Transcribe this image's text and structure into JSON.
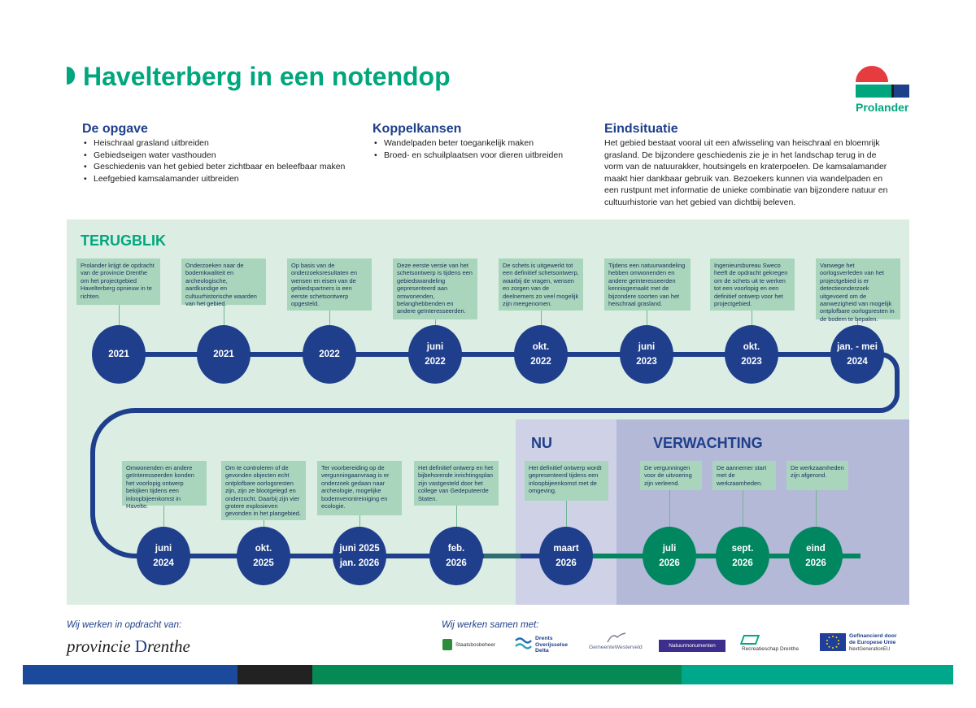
{
  "title": "Havelterberg in een notendop",
  "logo": {
    "name": "Prolander",
    "colors": [
      "#e63b3f",
      "#00a77e",
      "#1d1d1b",
      "#1e3f8a"
    ]
  },
  "opgave": {
    "heading": "De opgave",
    "items": [
      "Heischraal grasland uitbreiden",
      "Gebiedseigen water vasthouden",
      "Geschiedenis van het gebied beter zichtbaar en beleefbaar maken",
      "Leefgebied kamsalamander uitbreiden"
    ]
  },
  "koppelkansen": {
    "heading": "Koppelkansen",
    "items": [
      "Wandelpaden beter toegankelijk maken",
      "Broed- en schuilplaatsen voor dieren uitbreiden"
    ]
  },
  "eindsituatie": {
    "heading": "Eindsituatie",
    "text": "Het gebied bestaat vooral uit een afwisseling van heischraal en bloemrijk grasland. De bijzondere geschiedenis zie je in het landschap terug in de vorm van de natuurakker, houtsingels en kraterpoelen. De kamsalamander maakt hier dankbaar gebruik van. Bezoekers kunnen via wandelpaden en een rustpunt met informatie de unieke combinatie van bijzondere natuur en cultuurhistorie van het gebied van dichtbij beleven."
  },
  "sections": {
    "terugblik": "TERUGBLIK",
    "nu": "NU",
    "verwachting": "VERWACHTING"
  },
  "timeline": {
    "row1": [
      {
        "top": "",
        "bottom": "2021",
        "text": "Prolander krijgt de opdracht van de provincie Drenthe om het projectgebied Havelterberg opnieuw in te richten."
      },
      {
        "top": "",
        "bottom": "2021",
        "text": "Onderzoeken naar de bodemkwaliteit en archeologische, aardkundige en cultuurhistorische waarden van het gebied."
      },
      {
        "top": "",
        "bottom": "2022",
        "text": "Op basis van de onderzoeksresultaten en wensen en eisen van de gebiedspartners is een eerste schetsontwerp opgesteld."
      },
      {
        "top": "juni",
        "bottom": "2022",
        "text": "Deze eerste versie van het schetsontwerp is tijdens een gebiedswandeling gepresenteerd aan omwonenden, belanghebbenden en andere geïnteresseerden."
      },
      {
        "top": "okt.",
        "bottom": "2022",
        "text": "De schets is uitgewerkt tot een definitief schetsontwerp, waarbij de vragen, wensen en zorgen van de deelnemers zo veel mogelijk zijn meegenomen."
      },
      {
        "top": "juni",
        "bottom": "2023",
        "text": "Tijdens een natuurwandeling hebben omwonenden en andere geïnteresseerden kennisgemaakt met de bijzondere soorten van het heischraal grasland."
      },
      {
        "top": "okt.",
        "bottom": "2023",
        "text": "Ingenieursbureau Sweco heeft de opdracht gekregen om de schets uit te werken tot een voorlopig en een definitief ontwerp voor het projectgebied."
      },
      {
        "top": "jan. - mei",
        "bottom": "2024",
        "text": "Vanwege het oorlogsverleden van het projectgebied is er detectieonderzoek uitgevoerd om de aanwezigheid van mogelijk ontplofbare oorlogsresten in de bodem te bepalen."
      }
    ],
    "row2": [
      {
        "top": "juni",
        "bottom": "2024",
        "text": "Omwonenden en andere geïnteresseerden konden het voorlopig ontwerp bekijken tijdens een inloopbijeenkomst in Havelte."
      },
      {
        "top": "okt.",
        "bottom": "2025",
        "text": "Om te controleren of de gevonden objecten echt ontplofbare oorlogsresten zijn, zijn ze blootgelegd en onderzocht. Daarbij zijn vier grotere explosieven gevonden in het plangebied."
      },
      {
        "top": "juni 2025",
        "bottom": "jan. 2026",
        "text": "Ter voorbereiding op de vergunningaanvraag is er onderzoek gedaan naar archeologie, mogelijke bodemverontreiniging en ecologie."
      },
      {
        "top": "feb.",
        "bottom": "2026",
        "text": "Het definitief ontwerp en het bijbehorende inrichtingsplan zijn vastgesteld door het college van Gedeputeerde Staten."
      },
      {
        "top": "maart",
        "bottom": "2026",
        "text": "Het definitief ontwerp wordt gepresenteerd tijdens een inloopbijeenkomst met de omgeving."
      },
      {
        "top": "juli",
        "bottom": "2026",
        "text": "De vergunningen voor de uitvoering zijn verleend."
      },
      {
        "top": "sept.",
        "bottom": "2026",
        "text": "De aannemer start met de werkzaamheden."
      },
      {
        "top": "eind",
        "bottom": "2026",
        "text": "De werkzaamheden zijn afgerond."
      }
    ]
  },
  "footer": {
    "opdracht_label": "Wij werken in opdracht van:",
    "provincie_a": "provincie ",
    "provincie_b": "D",
    "provincie_c": "renthe",
    "samen_label": "Wij werken samen met:",
    "partners": {
      "staatsbosbeheer": "Staatsbosbeheer",
      "wsdod_1": "Drents",
      "wsdod_2": "Overijsselse",
      "wsdod_3": "Delta",
      "westerveld_a": "Gemeente",
      "westerveld_b": "Westerveld",
      "natuurmonumenten": "Natuurmonumenten",
      "recreatieschap": "Recreatieschap Drenthe",
      "eu_1": "Gefinancierd door",
      "eu_2": "de Europese Unie",
      "eu_3": "NextGenerationEU"
    },
    "stripe_colors": [
      "#1b4a9c",
      "#222222",
      "#058a55",
      "#00a88b"
    ]
  }
}
